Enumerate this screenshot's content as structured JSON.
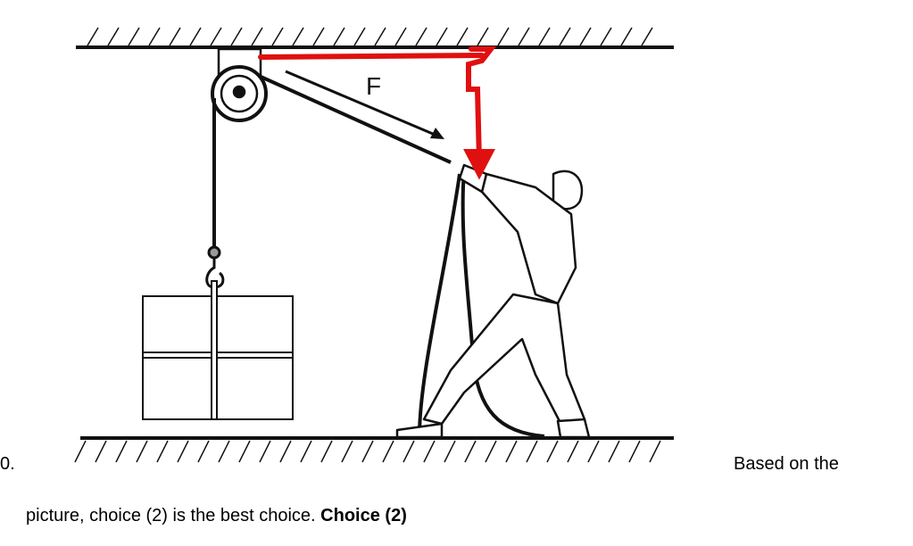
{
  "figure": {
    "force_label": "F",
    "colors": {
      "annotation": "#e01010",
      "ink": "#111111"
    }
  },
  "text": {
    "question_number": "0.",
    "line1": "Based on the",
    "line2_plain": "picture, choice (2) is the best choice.",
    "line2_bold": "Choice (2)"
  }
}
